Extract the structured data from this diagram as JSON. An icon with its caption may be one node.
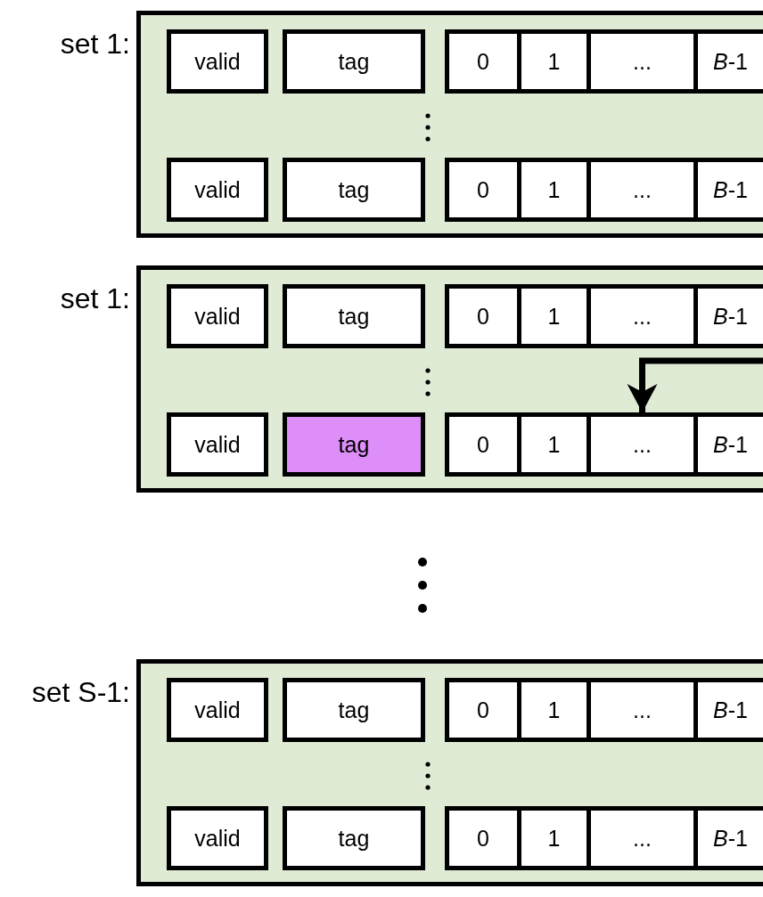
{
  "diagram": {
    "nodes": [
      {
        "text": [
          "set 1:"
        ]
      },
      {
        "text": [
          "valid"
        ],
        "in": 0
      },
      {
        "text": [
          "tag"
        ],
        "in": 0
      },
      {
        "text": [
          "0"
        ],
        "in": 0
      },
      {
        "text": [
          "1"
        ],
        "in": 0
      },
      {
        "text": [
          "..."
        ],
        "in": 0
      },
      {
        "text": [
          "*B*-1"
        ],
        "in": 0
      },
      {
        "text": [
          "valid"
        ],
        "in": 0
      },
      {
        "text": [
          "tag"
        ],
        "in": 0
      },
      {
        "text": [
          "0"
        ],
        "in": 0
      },
      {
        "text": [
          "1"
        ],
        "in": 0
      },
      {
        "text": [
          "..."
        ],
        "in": 0
      },
      {
        "text": [
          "*B*-1"
        ],
        "in": 0
      },
      {
        "text": [
          "set 1:"
        ]
      },
      {
        "text": [
          "valid"
        ],
        "in": 13
      },
      {
        "text": [
          "tag"
        ],
        "in": 13
      },
      {
        "text": [
          "0"
        ],
        "in": 13
      },
      {
        "text": [
          "1"
        ],
        "in": 13
      },
      {
        "text": [
          "..."
        ],
        "in": 13
      },
      {
        "text": [
          "*B*-1"
        ],
        "in": 13
      },
      {
        "text": [
          "valid"
        ],
        "in": 13
      },
      {
        "text": [
          "tag"
        ],
        "in": 13
      },
      {
        "text": [
          "0"
        ],
        "in": 13
      },
      {
        "text": [
          "1"
        ],
        "in": 13
      },
      {
        "text": [
          "..."
        ],
        "in": 13
      },
      {
        "text": [
          "*B*-1"
        ],
        "in": 13
      },
      {
        "text": [
          "set S-1:"
        ]
      },
      {
        "text": [
          "valid"
        ],
        "in": 26
      },
      {
        "text": [
          "tag"
        ],
        "in": 26
      },
      {
        "text": [
          "0"
        ],
        "in": 26
      },
      {
        "text": [
          "1"
        ],
        "in": 26
      },
      {
        "text": [
          "..."
        ],
        "in": 26
      },
      {
        "text": [
          "*B*-1"
        ],
        "in": 26
      },
      {
        "text": [
          "valid"
        ],
        "in": 26
      },
      {
        "text": [
          "tag"
        ],
        "in": 26
      },
      {
        "text": [
          "0"
        ],
        "in": 26
      },
      {
        "text": [
          "1"
        ],
        "in": 26
      },
      {
        "text": [
          "..."
        ],
        "in": 26
      },
      {
        "text": [
          "*B*-1"
        ],
        "in": 26
      }
    ],
    "edges": [
      {
        "from": null,
        "to": 24,
        "arrow": "to"
      }
    ]
  }
}
